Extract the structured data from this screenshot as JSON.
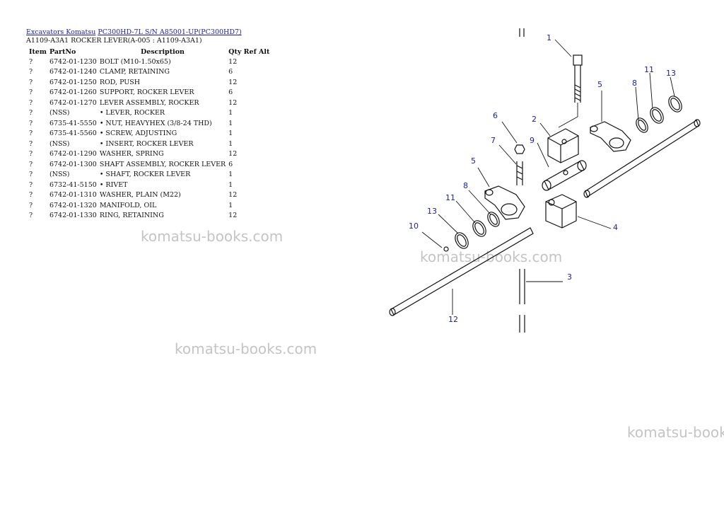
{
  "breadcrumb": {
    "link1": "Excavators Komatsu",
    "link2": "PC300HD-7L S/N A85001-UP(PC300HD7)"
  },
  "subtitle": "A1109-A3A1 ROCKER LEVER(A-005 : A1109-A3A1)",
  "table": {
    "headers": {
      "item": "Item",
      "partno": "PartNo",
      "description": "Description",
      "qty": "Qty Ref Alt"
    },
    "rows": [
      {
        "item": "?",
        "partno": "6742-01-1230",
        "description": "BOLT (M10-1.50x65)",
        "qty": "12"
      },
      {
        "item": "?",
        "partno": "6742-01-1240",
        "description": "CLAMP, RETAINING",
        "qty": "6"
      },
      {
        "item": "?",
        "partno": "6742-01-1250",
        "description": "ROD, PUSH",
        "qty": "12"
      },
      {
        "item": "?",
        "partno": "6742-01-1260",
        "description": "SUPPORT, ROCKER LEVER",
        "qty": "6"
      },
      {
        "item": "?",
        "partno": "6742-01-1270",
        "description": "LEVER ASSEMBLY, ROCKER",
        "qty": "12"
      },
      {
        "item": "?",
        "partno": "(NSS)",
        "description": "• LEVER, ROCKER",
        "qty": "1"
      },
      {
        "item": "?",
        "partno": "6735-41-5550",
        "description": "• NUT, HEAVYHEX (3/8-24 THD)",
        "qty": "1"
      },
      {
        "item": "?",
        "partno": "6735-41-5560",
        "description": "• SCREW, ADJUSTING",
        "qty": "1"
      },
      {
        "item": "?",
        "partno": "(NSS)",
        "description": "• INSERT, ROCKER LEVER",
        "qty": "1"
      },
      {
        "item": "?",
        "partno": "6742-01-1290",
        "description": "WASHER, SPRING",
        "qty": "12"
      },
      {
        "item": "?",
        "partno": "6742-01-1300",
        "description": "SHAFT ASSEMBLY, ROCKER LEVER",
        "qty": "6"
      },
      {
        "item": "?",
        "partno": "(NSS)",
        "description": "• SHAFT, ROCKER LEVER",
        "qty": "1"
      },
      {
        "item": "?",
        "partno": "6732-41-5150",
        "description": "• RIVET",
        "qty": "1"
      },
      {
        "item": "?",
        "partno": "6742-01-1310",
        "description": "WASHER, PLAIN (M22)",
        "qty": "12"
      },
      {
        "item": "?",
        "partno": "6742-01-1320",
        "description": "MANIFOLD, OIL",
        "qty": "1"
      },
      {
        "item": "?",
        "partno": "6742-01-1330",
        "description": "RING, RETAINING",
        "qty": "12"
      }
    ]
  },
  "watermark": "komatsu-books.com",
  "diagram": {
    "callouts": {
      "c1": "1",
      "c2": "2",
      "c3": "3",
      "c4": "4",
      "c5a": "5",
      "c5b": "5",
      "c6": "6",
      "c7": "7",
      "c8a": "8",
      "c8b": "8",
      "c9": "9",
      "c10": "10",
      "c11a": "11",
      "c11b": "11",
      "c12": "12",
      "c13a": "13",
      "c13b": "13"
    }
  }
}
